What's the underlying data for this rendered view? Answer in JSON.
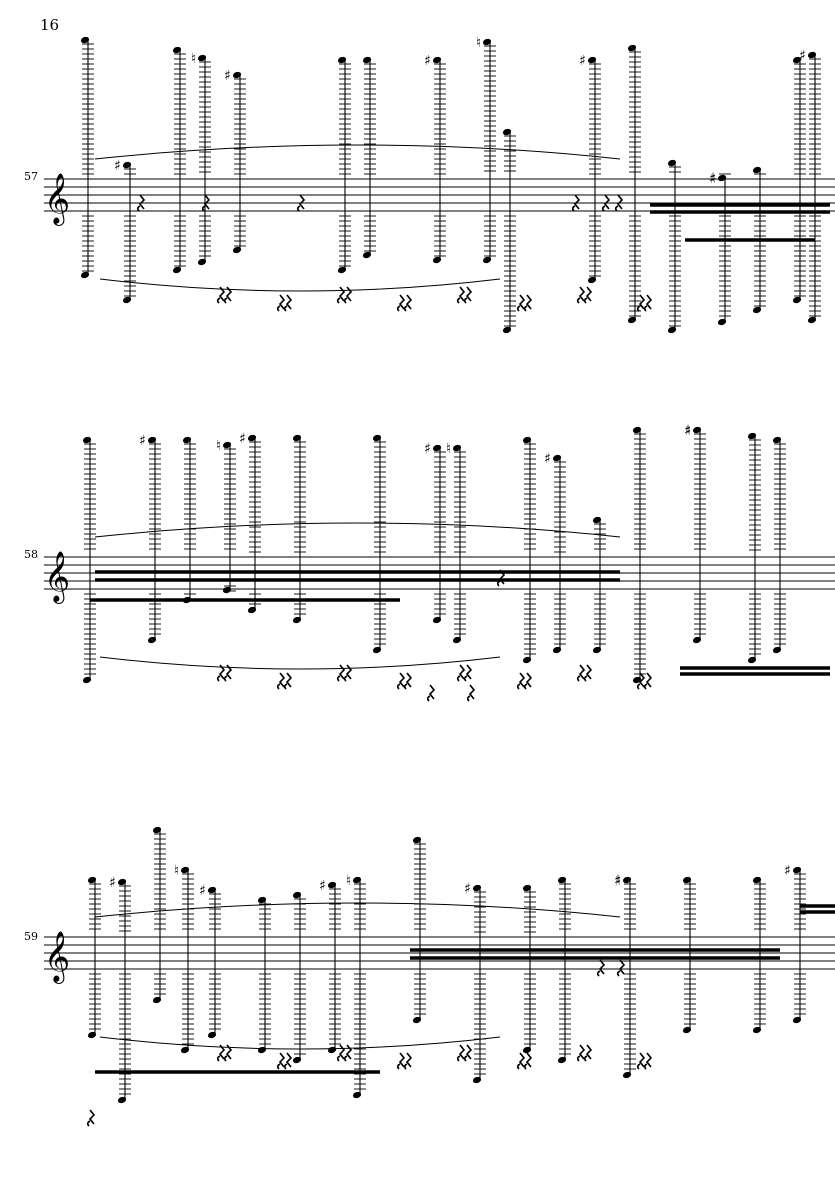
{
  "page": {
    "number": "16"
  },
  "systems": [
    {
      "measure_number": "57"
    },
    {
      "measure_number": "58"
    },
    {
      "measure_number": "59"
    }
  ],
  "colors": {
    "ink": "#000000",
    "paper": "#ffffff"
  },
  "glyphs": {
    "treble_clef": "𝄞",
    "sharp": "♯",
    "natural": "♮"
  }
}
